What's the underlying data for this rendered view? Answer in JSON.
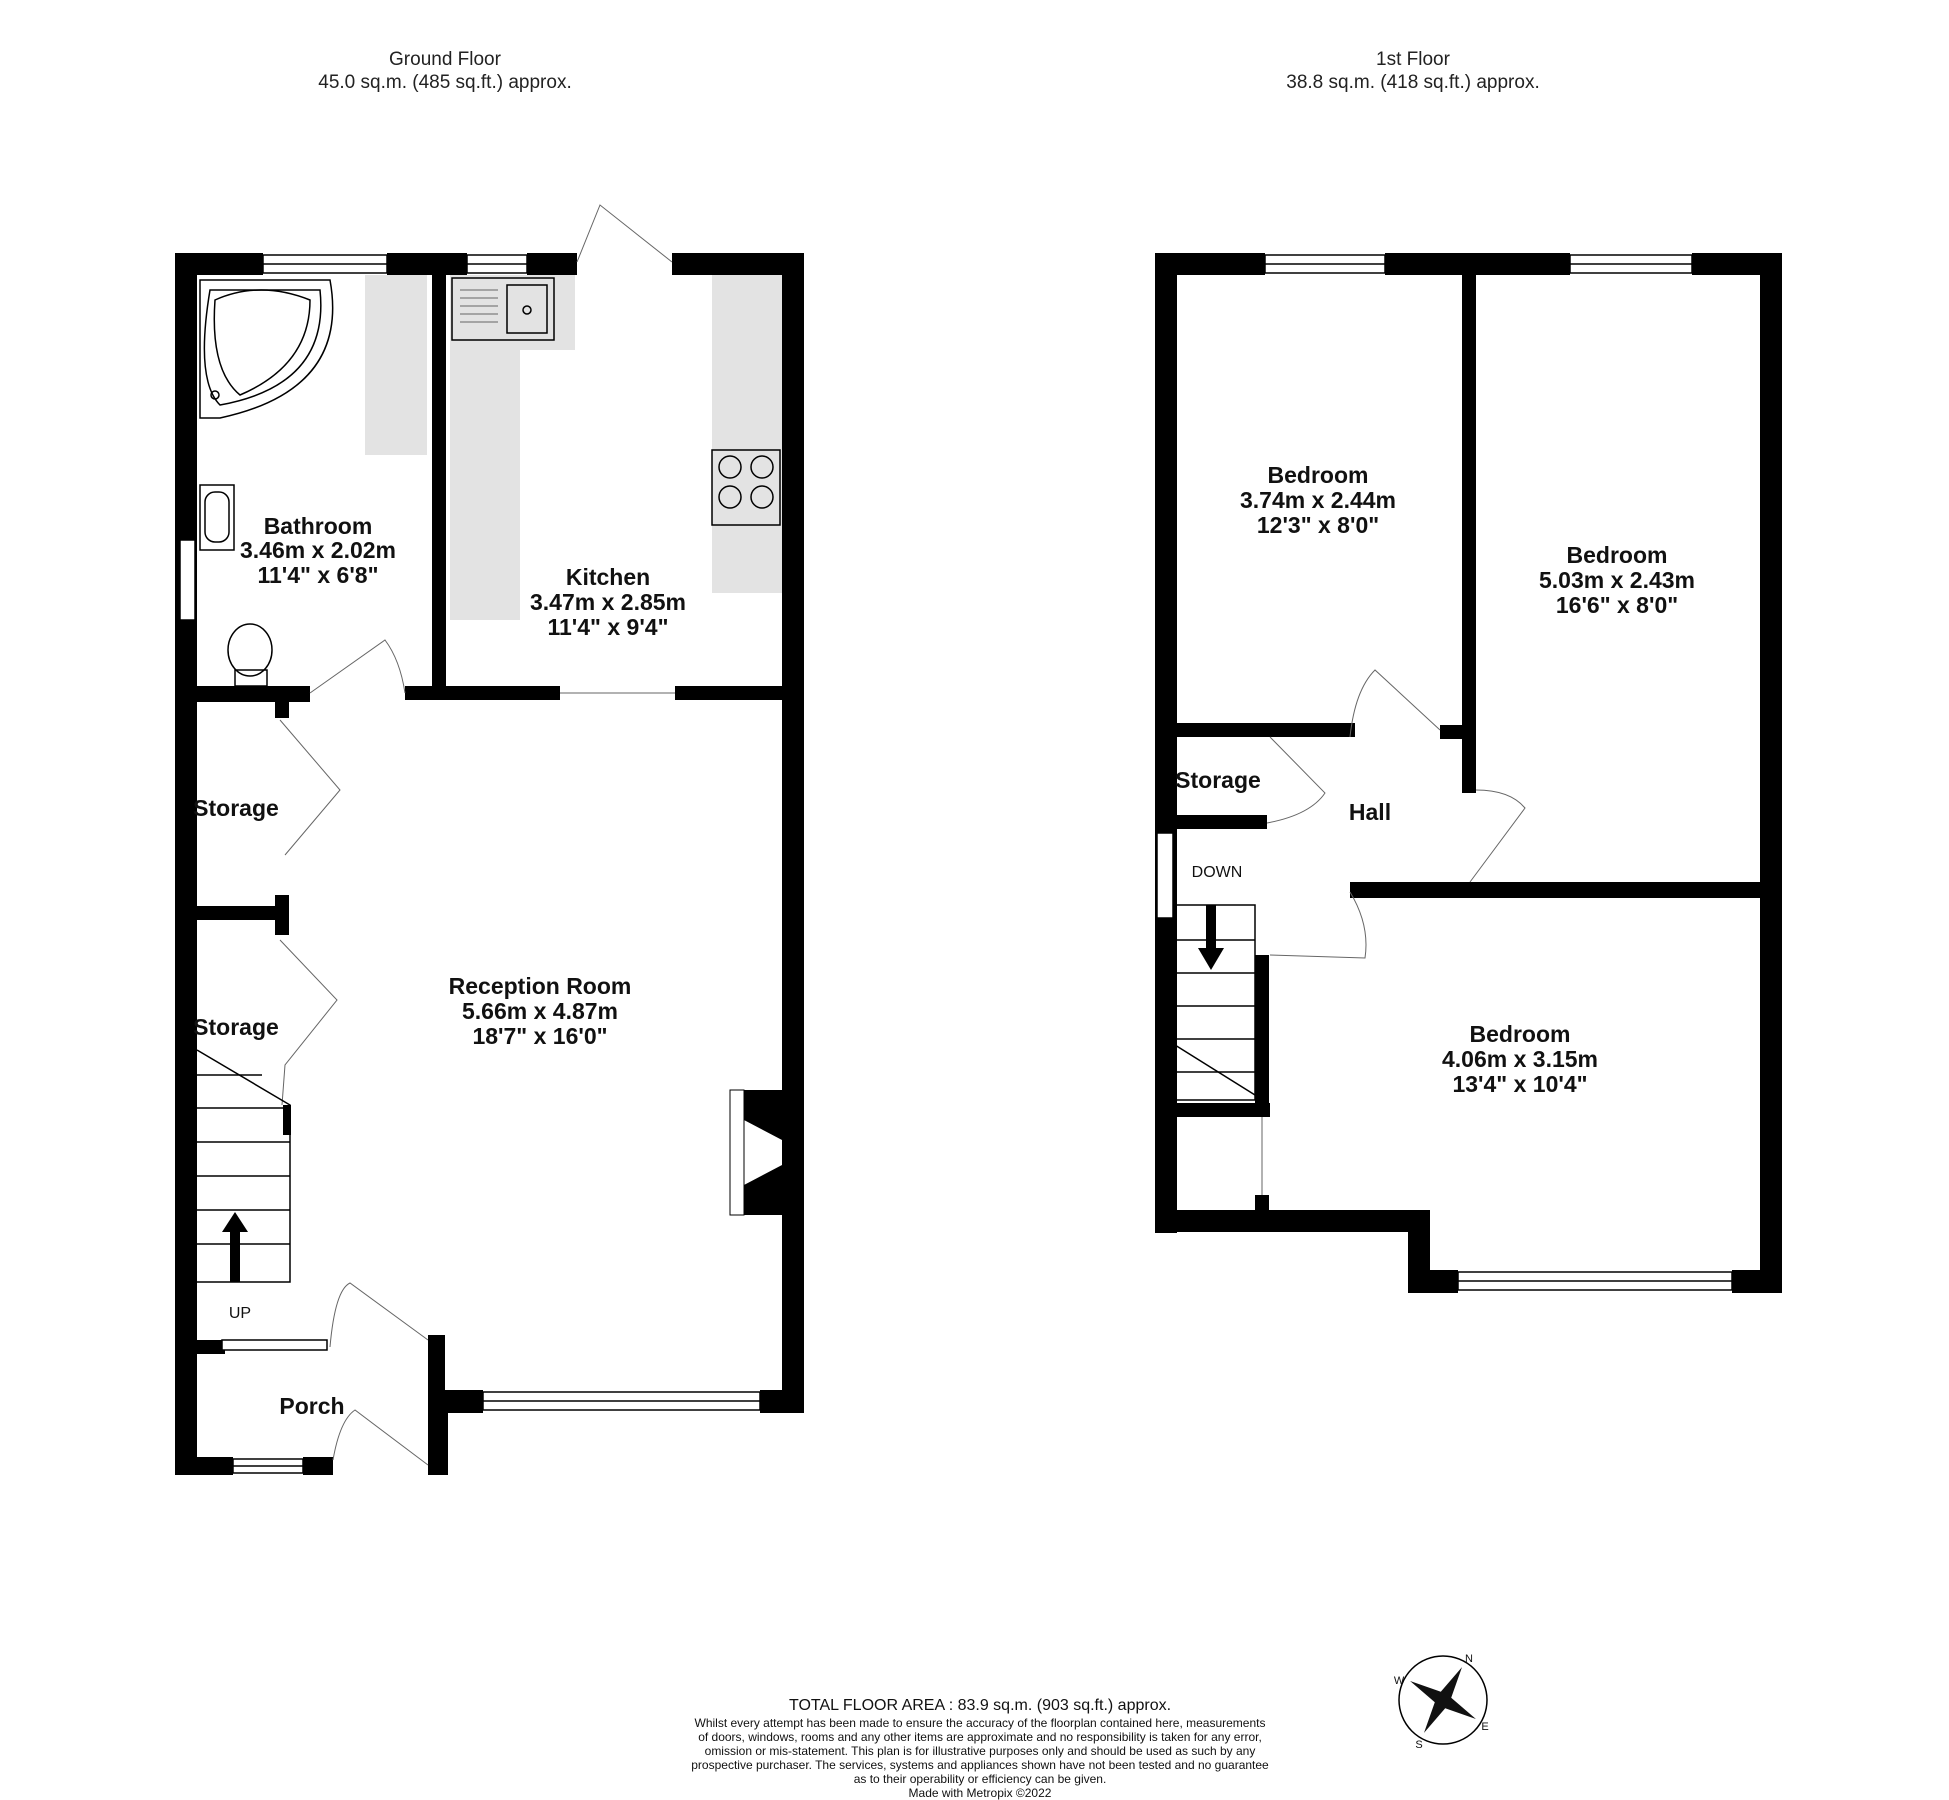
{
  "ground_floor": {
    "title": "Ground Floor",
    "area": "45.0 sq.m. (485 sq.ft.) approx.",
    "rooms": {
      "bathroom": {
        "name": "Bathroom",
        "metric": "3.46m  x 2.02m",
        "imperial": "11'4\"  x 6'8\""
      },
      "kitchen": {
        "name": "Kitchen",
        "metric": "3.47m  x 2.85m",
        "imperial": "11'4\"  x 9'4\""
      },
      "reception": {
        "name": "Reception Room",
        "metric": "5.66m  x 4.87m",
        "imperial": "18'7\"  x 16'0\""
      },
      "storage1": {
        "name": "Storage"
      },
      "storage2": {
        "name": "Storage"
      },
      "porch": {
        "name": "Porch"
      }
    },
    "stair_label": "UP"
  },
  "first_floor": {
    "title": "1st Floor",
    "area": "38.8 sq.m. (418 sq.ft.) approx.",
    "rooms": {
      "bedroom1": {
        "name": "Bedroom",
        "metric": "3.74m  x 2.44m",
        "imperial": "12'3\"  x 8'0\""
      },
      "bedroom2": {
        "name": "Bedroom",
        "metric": "5.03m  x 2.43m",
        "imperial": "16'6\"  x 8'0\""
      },
      "bedroom3": {
        "name": "Bedroom",
        "metric": "4.06m  x 3.15m",
        "imperial": "13'4\"  x 10'4\""
      },
      "storage": {
        "name": "Storage"
      },
      "hall": {
        "name": "Hall"
      }
    },
    "stair_label": "DOWN"
  },
  "footer": {
    "total": "TOTAL FLOOR AREA : 83.9 sq.m. (903 sq.ft.) approx.",
    "disclaimer": [
      "Whilst every attempt has been made to ensure the accuracy of the floorplan contained here, measurements",
      "of doors, windows, rooms and any other items are approximate and no responsibility is taken for any error,",
      "omission or mis-statement. This plan is for illustrative purposes only and should be used as such by any",
      "prospective purchaser. The services, systems and appliances shown have not been tested and no guarantee",
      "as to their operability or efficiency can be given.",
      "Made with Metropix ©2022"
    ]
  },
  "compass": {
    "n": "N",
    "e": "E",
    "s": "S",
    "w": "W"
  }
}
